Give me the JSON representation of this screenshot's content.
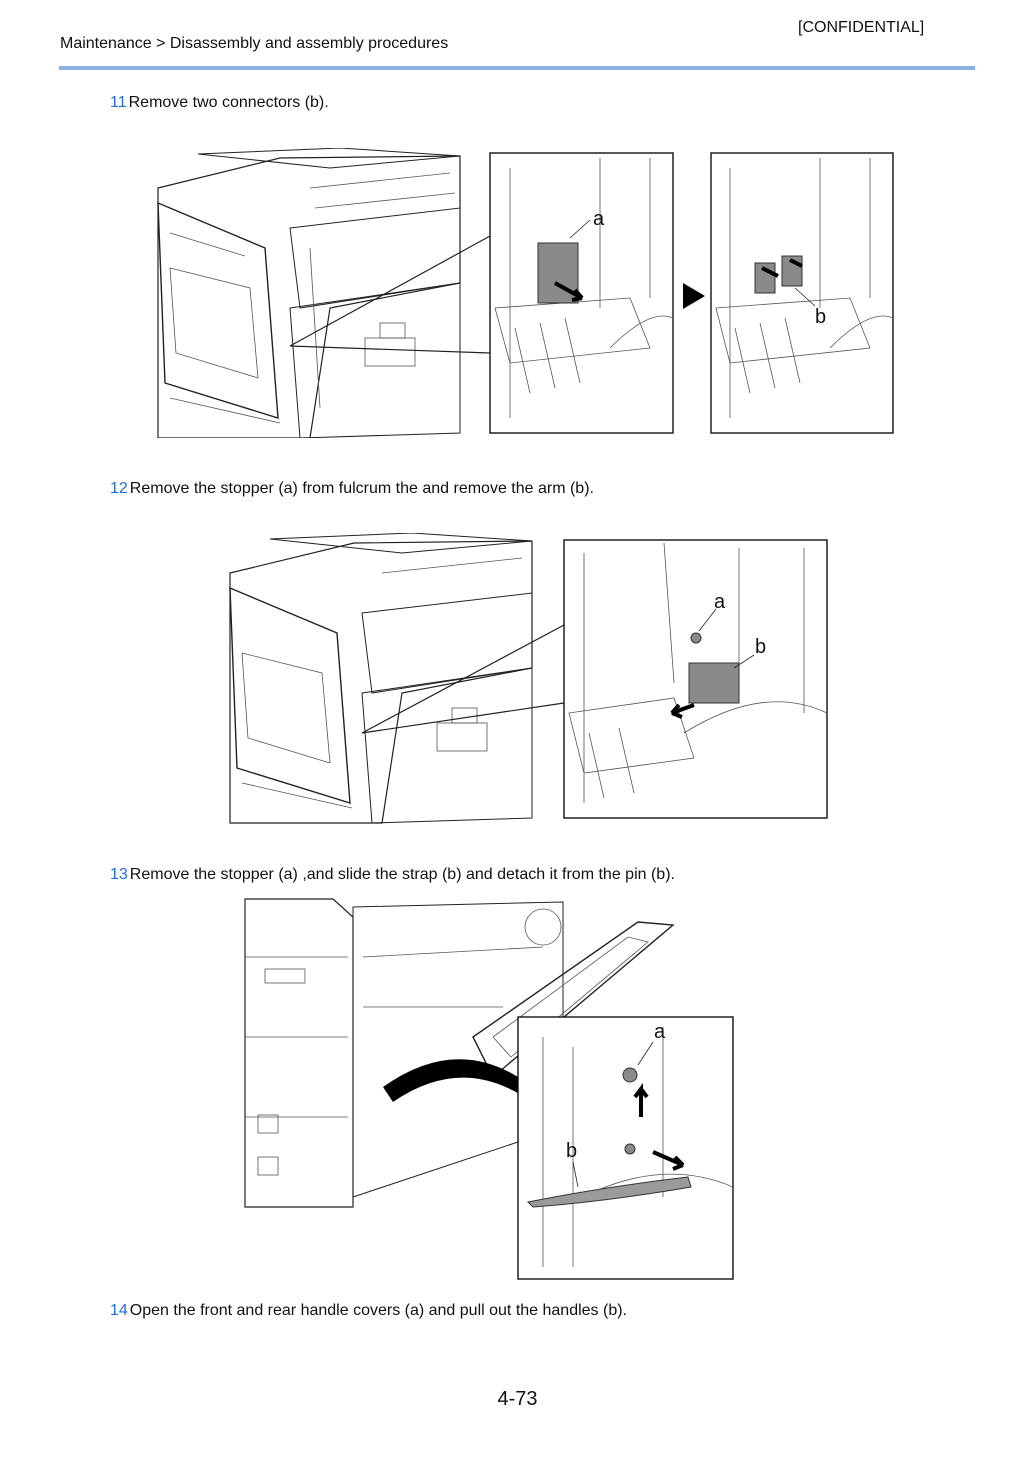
{
  "header": {
    "confidential": "[CONFIDENTIAL]",
    "breadcrumb": "Maintenance > Disassembly and assembly procedures"
  },
  "steps": [
    {
      "num": "11",
      "text": "Remove two connectors (b)."
    },
    {
      "num": "12",
      "text": "Remove the stopper (a) from fulcrum the and remove the arm (b)."
    },
    {
      "num": "13",
      "text": "Remove the stopper (a) ,and slide the strap (b) and detach it from the pin (b)."
    },
    {
      "num": "14",
      "text": "Open the front and rear handle covers (a) and pull out the handles (b)."
    }
  ],
  "figures": {
    "fig11": {
      "label_a": "a",
      "label_b": "b"
    },
    "fig12": {
      "label_a": "a",
      "label_b": "b"
    },
    "fig13": {
      "label_a": "a",
      "label_b": "b"
    }
  },
  "footer": {
    "page_number": "4-73"
  }
}
